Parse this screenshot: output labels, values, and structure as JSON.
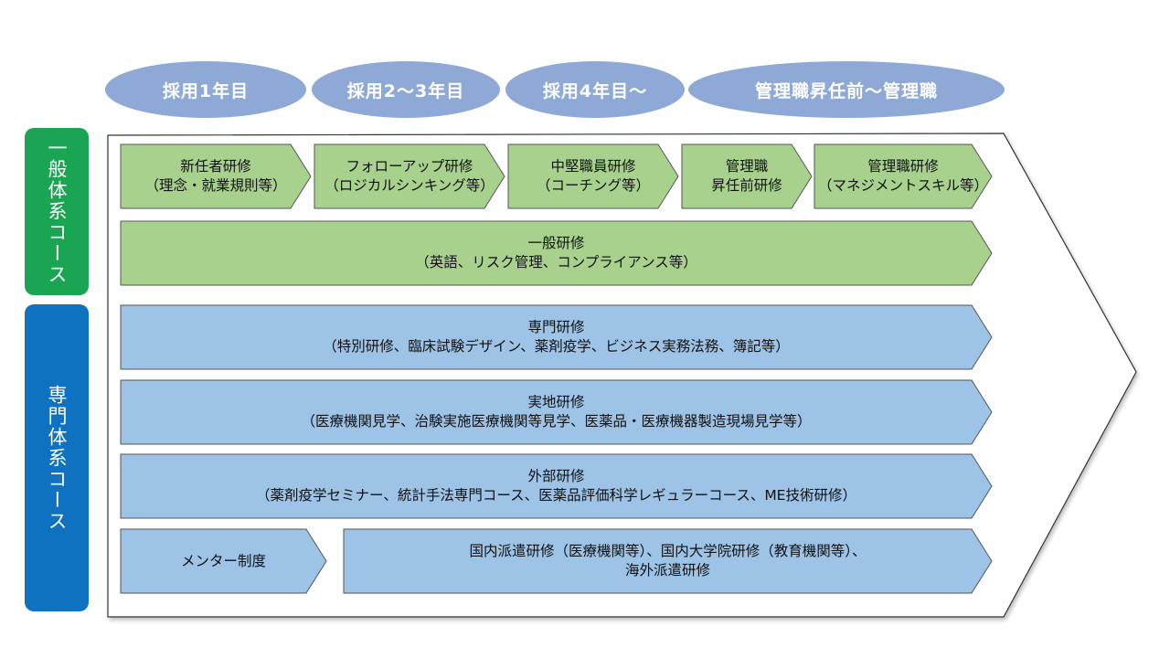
{
  "phases": [
    "採用1年目",
    "採用2～3年目",
    "採用4年目～",
    "管理職昇任前～管理職"
  ],
  "side_labels": {
    "general": "一般体系コース",
    "special": "専門体系コース"
  },
  "general_steps": [
    {
      "line1": "新任者研修",
      "line2": "（理念・就業規則等）"
    },
    {
      "line1": "フォローアップ研修",
      "line2": "（ロジカルシンキング等）"
    },
    {
      "line1": "中堅職員研修",
      "line2": "（コーチング等）"
    },
    {
      "line1": "管理職",
      "line2": "昇任前研修"
    },
    {
      "line1": "管理職研修",
      "line2": "（マネジメントスキル等）"
    }
  ],
  "general_training": {
    "line1": "一般研修",
    "line2": "（英語、リスク管理、コンプライアンス等）"
  },
  "special_rows": [
    {
      "line1": "専門研修",
      "line2": "（特別研修、臨床試験デザイン、薬剤疫学、ビジネス実務法務、簿記等）"
    },
    {
      "line1": "実地研修",
      "line2": "（医療機関見学、治験実施医療機関等見学、医薬品・医療機器製造現場見学等）"
    },
    {
      "line1": "外部研修",
      "line2": "（薬剤疫学セミナー、統計手法専門コース、医薬品評価科学レギュラーコース、ME技術研修）"
    }
  ],
  "mentor": {
    "line1": "メンター制度"
  },
  "dispatch": {
    "line1": "国内派遣研修（医療機関等）、国内大学院研修（教育機関等）、",
    "line2": "海外派遣研修"
  },
  "colors": {
    "phase_fill": "#8fa9d7",
    "general_label": "#1aa552",
    "special_label": "#0f72c1",
    "green_fill": "#a9d18e",
    "blue_fill": "#9dc3e6",
    "arrow_stroke": "#555555"
  }
}
